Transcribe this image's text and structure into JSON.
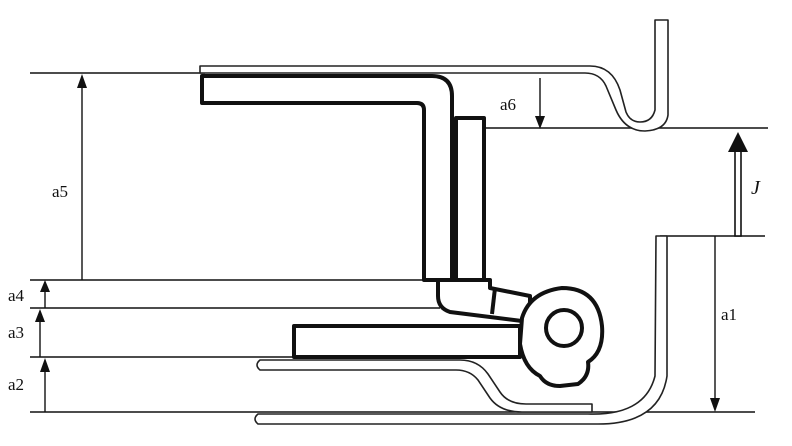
{
  "diagram": {
    "labels": {
      "a1": "a1",
      "a2": "a2",
      "a3": "a3",
      "a4": "a4",
      "a5": "a5",
      "a6": "a6",
      "j": "J"
    },
    "colors": {
      "ink": "#111111",
      "background": "#ffffff"
    }
  }
}
